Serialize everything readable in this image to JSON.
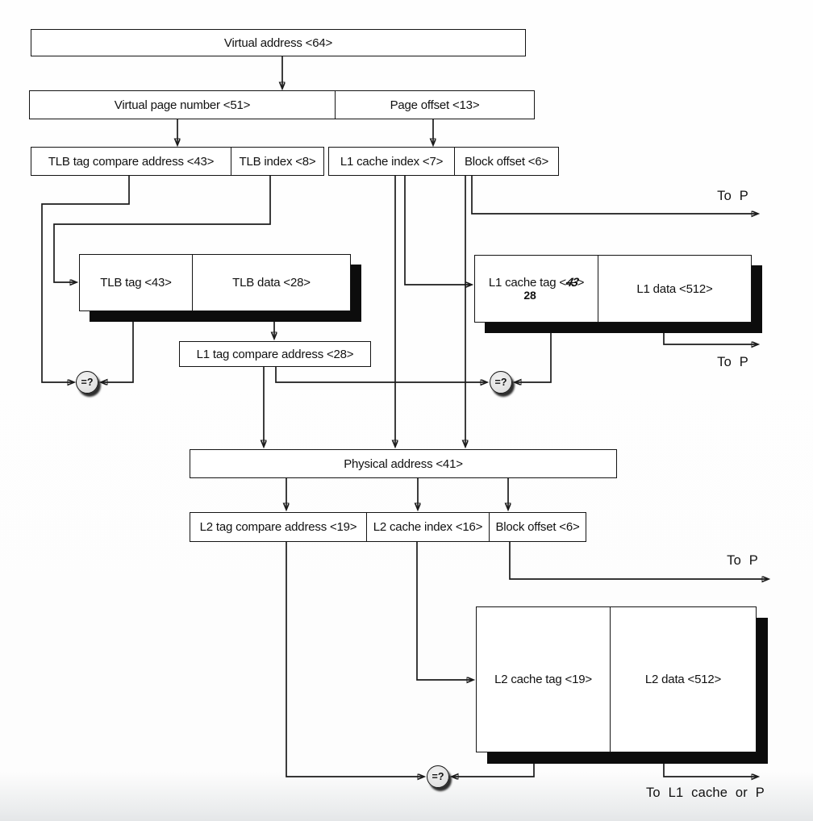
{
  "diagram": {
    "title_semantic": "Virtual address to L2 cache access memory hierarchy",
    "boxes": {
      "virtual_address": "Virtual address <64>",
      "virtual_page_number": "Virtual page number <51>",
      "page_offset": "Page offset <13>",
      "tlb_tag_compare": "TLB tag compare address <43>",
      "tlb_index": "TLB index <8>",
      "l1_cache_index": "L1 cache index <7>",
      "block_offset_l1": "Block offset <6>",
      "tlb_tag": "TLB tag <43>",
      "tlb_data": "TLB data <28>",
      "l1_cache_tag_prefix": "L1 cache tag <",
      "l1_cache_tag_struck": "43",
      "l1_cache_tag_close": ">",
      "l1_cache_tag_correction": "28",
      "l1_data": "L1 data <512>",
      "l1_tag_compare": "L1 tag compare address <28>",
      "physical_address": "Physical address <41>",
      "l2_tag_compare": "L2 tag compare address <19>",
      "l2_cache_index": "L2 cache index <16>",
      "block_offset_l2": "Block offset <6>",
      "l2_cache_tag": "L2 cache tag <19>",
      "l2_data": "L2 data <512>"
    },
    "comparator_symbol": "=?",
    "labels": {
      "to_p_top": "To P",
      "to_p_mid": "To P",
      "to_p_low": "To P",
      "to_l1_or_p": "To L1 cache or P"
    },
    "colors": {
      "line": "#1b1b1b",
      "box_fill": "#ffffff",
      "shadow": "#0c0c0c",
      "comparator_fill": "#e0e0e0"
    }
  }
}
